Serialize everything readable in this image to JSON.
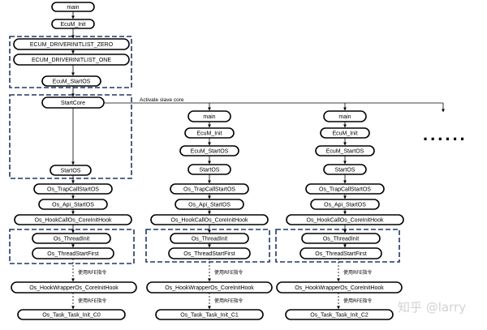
{
  "core0": {
    "main": "main",
    "ecum_init": "EcuM_Init",
    "driverinit_zero": "ECUM_DRIVERINITLIST_ZERO",
    "driverinit_one": "ECUM_DRIVERINITLIST_ONE",
    "ecum_startos": "EcuM_StartOS",
    "startcore": "StartCore",
    "startos": "StartOS",
    "trapcall": "Os_TrapCallStartOS",
    "api_startos": "Os_Api_StartOS",
    "hookcall": "Os_HookCallOs_CoreInitHook",
    "threadinit": "Os_ThreadInit",
    "threadstart": "Os_ThreadStartFirst",
    "rfe1": "使用RFE指令",
    "hookwrapper": "Os_HookWrapperOs_CoreInitHook",
    "rfe2": "使用RFE指令",
    "task_init": "Os_Task_Task_Init_C0"
  },
  "core1": {
    "main": "main",
    "ecum_init": "EcuM_Init",
    "ecum_startos": "EcuM_StartOS",
    "startos": "StartOS",
    "trapcall": "Os_TrapCallStartOS",
    "api_startos": "Os_Api_StartOS",
    "hookcall": "Os_HookCallOs_CoreInitHook",
    "threadinit": "Os_ThreadInit",
    "threadstart": "Os_ThreadStartFirst",
    "rfe1": "使用RFE指令",
    "hookwrapper": "Os_HookWrapperOs_CoreInitHook",
    "rfe2": "使用RFE指令",
    "task_init": "Os_Task_Task_Init_C1"
  },
  "core2": {
    "main": "main",
    "ecum_init": "EcuM_Init",
    "ecum_startos": "EcuM_StartOS",
    "startos": "StartOS",
    "trapcall": "Os_TrapCallStartOS",
    "api_startos": "Os_Api_StartOS",
    "hookcall": "Os_HookCallOs_CoreInitHook",
    "threadinit": "Os_ThreadInit",
    "threadstart": "Os_ThreadStartFirst",
    "rfe1": "使用RFE指令",
    "hookwrapper": "Os_HookWrapperOs_CoreInitHook",
    "rfe2": "使用RFE指令",
    "task_init": "Os_Task_Task_Init_C2"
  },
  "activate_label": "Activate slave core",
  "ellipsis": "......",
  "watermark": "知乎 @larry"
}
